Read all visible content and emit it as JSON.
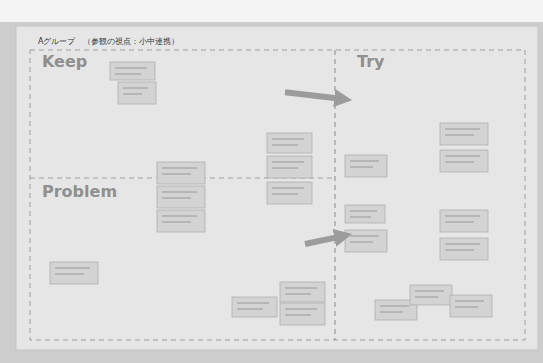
{
  "diagram": {
    "title": "Aグループ　（参観の視点：小中連携）",
    "nodes": [
      {
        "text": [
          "Keep"
        ]
      },
      {
        "text": [
          "Problem"
        ]
      },
      {
        "text": [
          "Try"
        ]
      }
    ],
    "edges": [
      {
        "from": 0,
        "to": 2,
        "arrow": "to"
      },
      {
        "from": 1,
        "to": 2,
        "arrow": "to"
      }
    ]
  }
}
